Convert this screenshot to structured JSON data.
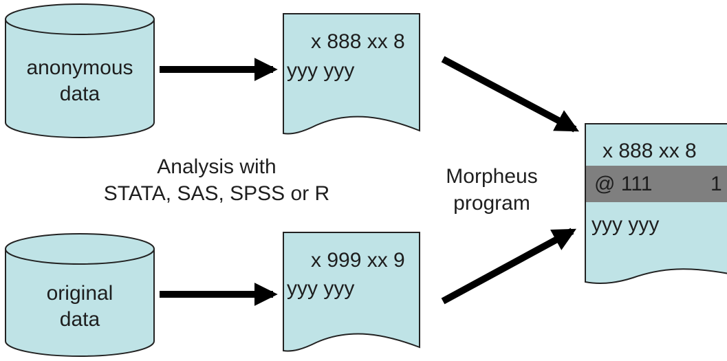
{
  "colors": {
    "fill": "#bfe3e6",
    "stroke": "#222222",
    "band": "#7f7f7f",
    "arrow": "#000000"
  },
  "top_source": {
    "line1": "anonymous",
    "line2": "data"
  },
  "bottom_source": {
    "line1": "original",
    "line2": "data"
  },
  "top_output": {
    "line1": "x 888 xx 8",
    "line2": "yyy  yyy"
  },
  "bottom_output": {
    "line1": "x 999 xx 9",
    "line2": "yyy  yyy"
  },
  "analysis_label": {
    "line1": "Analysis with",
    "line2": "STATA, SAS, SPSS or R"
  },
  "program_label": {
    "line1": "Morpheus",
    "line2": "program"
  },
  "merged_output": {
    "line1": "x 888 xx 8",
    "band_left": "@  111",
    "band_right": "1",
    "line3": "yyy  yyy"
  }
}
